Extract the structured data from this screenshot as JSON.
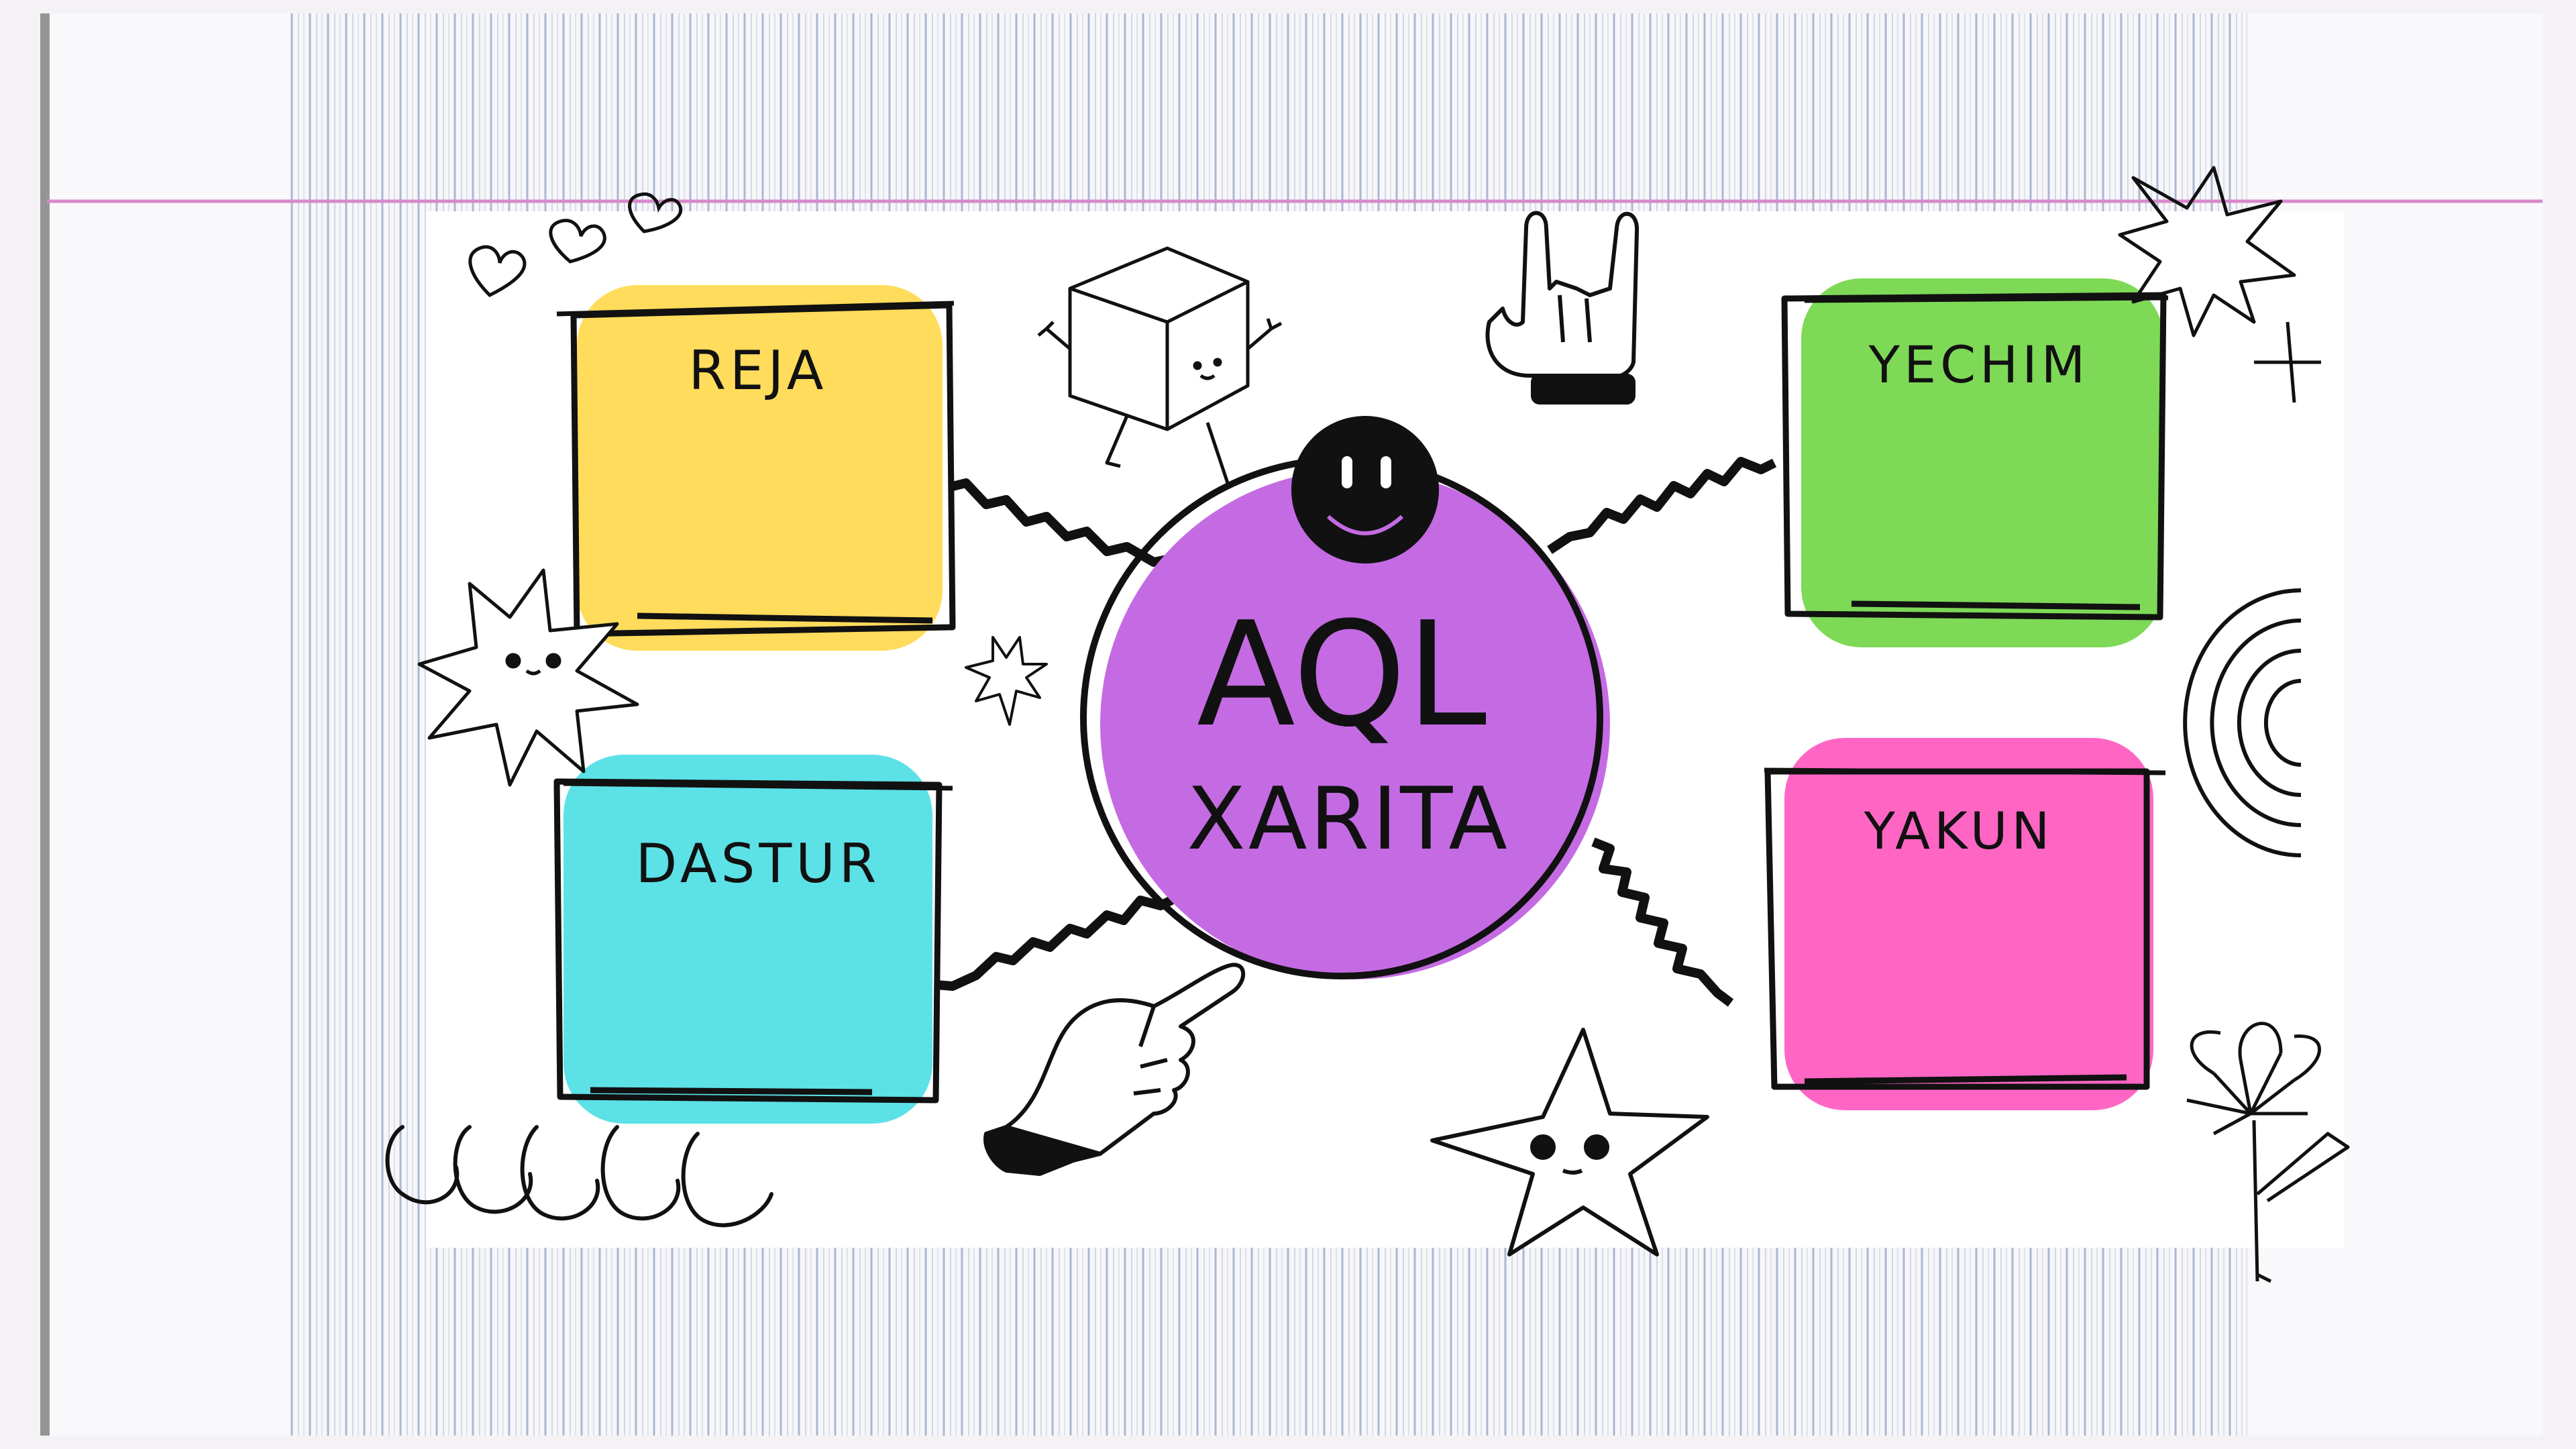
{
  "center": {
    "title": "AQL",
    "subtitle": "XARITA",
    "color": "#c46be3"
  },
  "cards": [
    {
      "label": "REJA",
      "color": "#ffdc5c"
    },
    {
      "label": "YECHIM",
      "color": "#7ed957"
    },
    {
      "label": "DASTUR",
      "color": "#5ce1e6"
    },
    {
      "label": "YAKUN",
      "color": "#ff66c4"
    }
  ],
  "colors": {
    "ink": "#111111",
    "background": "#ffffff",
    "paper_stripe": "#8a9cc8",
    "margin_line": "#d78acb"
  },
  "decorations": [
    "heart-icon",
    "cube-character-icon",
    "rock-hand-icon",
    "burst-star-icon",
    "smiley-face-icon",
    "sparkle-icon",
    "pointing-hand-icon",
    "spiral-icon",
    "wave-doodle-icon",
    "star-character-icon",
    "flower-icon"
  ]
}
